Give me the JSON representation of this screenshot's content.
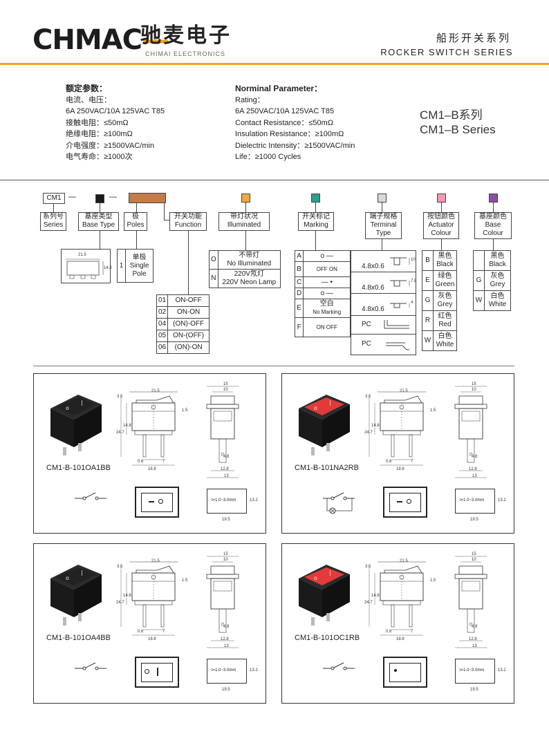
{
  "header": {
    "logo_mark": "CHMAC",
    "logo_cn": "驰麦电子",
    "logo_en": "CHIMAI ELECTRONICS",
    "title_cn": "船形开关系列",
    "title_en": "ROCKER SWITCH SERIES"
  },
  "params_cn": {
    "title": "额定参数：",
    "lines": [
      "电流、电压：",
      "6A 250VAC/10A 125VAC T85",
      "接触电阻：≤50mΩ",
      "绝缘电阻：≥100mΩ",
      "介电强度：≥1500VAC/min",
      "电气寿命：≥1000次"
    ]
  },
  "params_en": {
    "title": "Norminal Parameter：",
    "lines": [
      "Rating：",
      "6A 250VAC/10A 125VAC T85",
      "Contact Resistance：≤50mΩ",
      "Insulation Resistance：≥100mΩ",
      "Dielectric Intensity：≥1500VAC/min",
      "Life：≥1000 Cycles"
    ]
  },
  "series": {
    "cn": "CM1–B系列",
    "en": "CM1–B Series"
  },
  "code": {
    "prefix": "CM1",
    "dash": "—",
    "colors": {
      "base": "#1a1a1a",
      "pole": "#c47b45",
      "illum": "#f0a840",
      "marking": "#2f9e8a",
      "terminal": "#d9d9d9",
      "actuator": "#ef9ab0",
      "base_colour": "#8a4fa3"
    },
    "labels": {
      "series": [
        "系列号",
        "Series"
      ],
      "base": [
        "基座类型",
        "Base Type"
      ],
      "poles": [
        "极",
        "Poles"
      ],
      "function": [
        "开关功能",
        "Function"
      ],
      "illum": [
        "带灯状况",
        "Illuminated"
      ],
      "marking": [
        "开关标记",
        "Marking"
      ],
      "terminal": [
        "端子规格",
        "Terminal",
        "Type"
      ],
      "actuator": [
        "按钮颜色",
        "Actuator",
        "Colour"
      ],
      "base_colour": [
        "基座颜色",
        "Base",
        "Colour"
      ]
    },
    "base_dims": {
      "w": "21.5",
      "h": "14.8"
    },
    "poles": {
      "code": "1",
      "cn": "单极",
      "en1": "Single",
      "en2": "Pole"
    },
    "functions": [
      {
        "code": "01",
        "text": "ON-OFF"
      },
      {
        "code": "02",
        "text": "ON-ON"
      },
      {
        "code": "04",
        "text": "(ON)-OFF"
      },
      {
        "code": "05",
        "text": "ON-(OFF)"
      },
      {
        "code": "06",
        "text": "(ON)-ON"
      }
    ],
    "illum": [
      {
        "code": "O",
        "cn": "不带灯",
        "en": "No Illuminated"
      },
      {
        "code": "N",
        "cn": "220V氖灯",
        "en": "220V Neon Lamp"
      }
    ],
    "marking": [
      {
        "code": "A",
        "text": "o    —"
      },
      {
        "code": "B",
        "text": "OFF   ON"
      },
      {
        "code": "C",
        "text": "—    •"
      },
      {
        "code": "D",
        "text": "o    —"
      },
      {
        "code": "E",
        "cn": "空白",
        "en": "No Marking"
      },
      {
        "code": "F",
        "text": "ON   OFF"
      }
    ],
    "terminals": [
      {
        "text": "4.8x0.6",
        "dim": "10"
      },
      {
        "text": "4.8x0.6",
        "dim": "7.8"
      },
      {
        "text": "4.8x0.6",
        "dim": "4"
      },
      {
        "text": "PC"
      },
      {
        "text": "PC"
      }
    ],
    "actuator": [
      {
        "code": "B",
        "cn": "黑色",
        "en": "Black"
      },
      {
        "code": "E",
        "cn": "绿色",
        "en": "Green"
      },
      {
        "code": "G",
        "cn": "灰色",
        "en": "Grey"
      },
      {
        "code": "R",
        "cn": "红色",
        "en": "Red"
      },
      {
        "code": "W",
        "cn": "白色",
        "en": "White"
      }
    ],
    "base_colour": [
      {
        "code": "",
        "cn": "黑色",
        "en": "Black"
      },
      {
        "code": "G",
        "cn": "灰色",
        "en": "Grey"
      },
      {
        "code": "W",
        "cn": "白色",
        "en": "White"
      }
    ]
  },
  "panels": [
    {
      "model": "CM1-B-101OA1BB",
      "rocker": "#222222",
      "lit": false
    },
    {
      "model": "CM1-B-101NA2RB",
      "rocker": "#e03a3a",
      "lit": true
    },
    {
      "model": "CM1-B-101OA4BB",
      "rocker": "#222222",
      "lit": false
    },
    {
      "model": "CM1-B-101OC1RB",
      "rocker": "#e53a3a",
      "lit": false
    }
  ],
  "dims": {
    "d215": "21.5",
    "d35": "3.5",
    "d148": "14.8",
    "d247": "24.7",
    "d15": "1.5",
    "d06": "0.6",
    "d7": "7",
    "d188": "18.8",
    "d15w": "15",
    "d10": "10",
    "d48": "4.8",
    "d128": "12.8",
    "d13": "13",
    "d132": "13.2",
    "d195": "19.5",
    "thick": "t=1.0~3.0mm"
  }
}
